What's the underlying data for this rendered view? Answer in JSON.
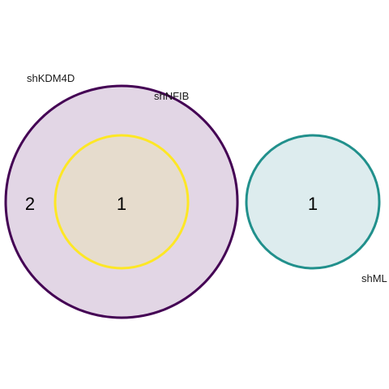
{
  "diagram": {
    "type": "euler",
    "sets": [
      {
        "id": "kdm4d",
        "name": "shKDM4D",
        "stroke": "#440154",
        "fill": "#e2d6e5"
      },
      {
        "id": "nfib",
        "name": "shNFIB",
        "stroke": "#fde725",
        "fill": "#e6dccd"
      },
      {
        "id": "ml",
        "name": "shML",
        "stroke": "#21908c",
        "fill": "#ddecee"
      }
    ],
    "regions": [
      {
        "id": "kdm4d-only",
        "sets": [
          "shKDM4D"
        ],
        "count": "2"
      },
      {
        "id": "kdm4d-nfib",
        "sets": [
          "shKDM4D",
          "shNFIB"
        ],
        "count": "1"
      },
      {
        "id": "ml-only",
        "sets": [
          "shML"
        ],
        "count": "1"
      }
    ]
  }
}
